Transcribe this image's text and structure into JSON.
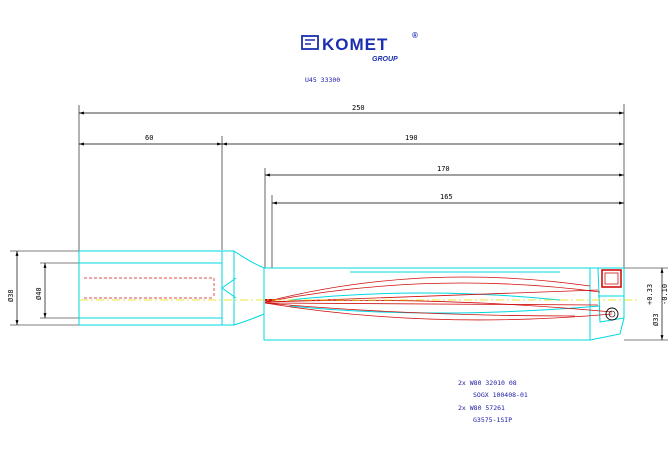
{
  "brand": {
    "name": "KOMET",
    "registered_mark": "®",
    "group": "GROUP",
    "color": "#1a2fb0"
  },
  "part_number": "U45 33300",
  "dimensions": {
    "overall": "250",
    "shank": "60",
    "body": "190",
    "length_170": "170",
    "length_165": "165",
    "dia_shank_outer": "Ø38",
    "dia_shank_inner": "Ø40",
    "dia_drill": "Ø33",
    "tol_upper": "+0.33",
    "tol_lower": "-0.10"
  },
  "notes": [
    "2x W80 32010 08",
    "SOGX 100408-01",
    "2x W80 57261",
    "G3575-1SIP"
  ],
  "colors": {
    "outline": "#00d8e0",
    "dimension": "#000000",
    "coolant": "#d01010",
    "centerline": "#e8e000",
    "notes": "#1a1aa8"
  }
}
